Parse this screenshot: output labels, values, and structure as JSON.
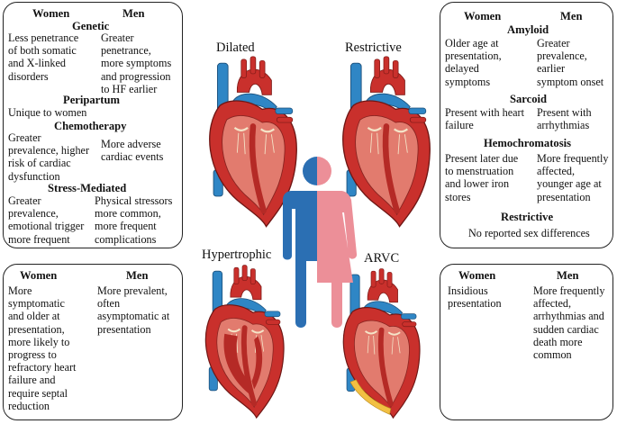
{
  "labels": {
    "women": "Women",
    "men": "Men",
    "dilated": "Dilated",
    "restrictive": "Restrictive",
    "hypertrophic": "Hypertrophic",
    "arvc": "ARVC"
  },
  "dilated_box": {
    "genetic": {
      "title": "Genetic",
      "women": [
        "Less penetrance",
        "of both somatic",
        "and X-linked",
        "disorders"
      ],
      "men": [
        "Greater",
        "penetrance,",
        "more symptoms",
        "and progression",
        "to HF earlier"
      ]
    },
    "peripartum": {
      "title": "Peripartum",
      "women": "Unique to women"
    },
    "chemotherapy": {
      "title": "Chemotherapy",
      "women": [
        "Greater",
        "prevalence, higher",
        "risk of cardiac",
        "dysfunction"
      ],
      "men": [
        "More adverse",
        "cardiac events"
      ]
    },
    "stress": {
      "title": "Stress-Mediated",
      "women": [
        "Greater",
        "prevalence,",
        "emotional trigger",
        "more frequent"
      ],
      "men": [
        "Physical stressors",
        "more common,",
        "more frequent",
        "complications"
      ]
    }
  },
  "restrictive_box": {
    "amyloid": {
      "title": "Amyloid",
      "women": [
        "Older age at",
        "presentation,",
        "delayed",
        "symptoms"
      ],
      "men": [
        "Greater",
        "prevalence,",
        "earlier",
        "symptom onset"
      ]
    },
    "sarcoid": {
      "title": "Sarcoid",
      "women": [
        "Present with heart",
        "failure"
      ],
      "men": [
        "Present with",
        "arrhythmias"
      ]
    },
    "hemochromatosis": {
      "title": "Hemochromatosis",
      "women": [
        "Present later due",
        "to menstruation",
        "and lower iron",
        "stores"
      ],
      "men": [
        "More frequently",
        "affected,",
        "younger age at",
        "presentation"
      ]
    },
    "restrictive": {
      "title": "Restrictive",
      "note": "No reported sex differences"
    }
  },
  "hypertrophic_box": {
    "women": [
      "More",
      "symptomatic",
      "and older at",
      "presentation,",
      "more likely to",
      "progress to",
      "refractory heart",
      "failure and",
      "require septal",
      "reduction"
    ],
    "men": [
      "More prevalent,",
      "often",
      "asymptomatic at",
      "presentation"
    ]
  },
  "arvc_box": {
    "women": [
      "Insidious",
      "presentation"
    ],
    "men": [
      "More frequently",
      "affected,",
      "arrhythmias and",
      "sudden cardiac",
      "death more",
      "common"
    ]
  },
  "colors": {
    "male_blue": "#2b6fb3",
    "female_pink": "#ec8f98",
    "heart_red": "#c9302c",
    "heart_pink": "#e27b6e",
    "vessel_blue": "#2f86c5",
    "fat_yellow": "#f2c043"
  },
  "icons": [
    "heart-illustration",
    "man-icon",
    "woman-icon"
  ]
}
